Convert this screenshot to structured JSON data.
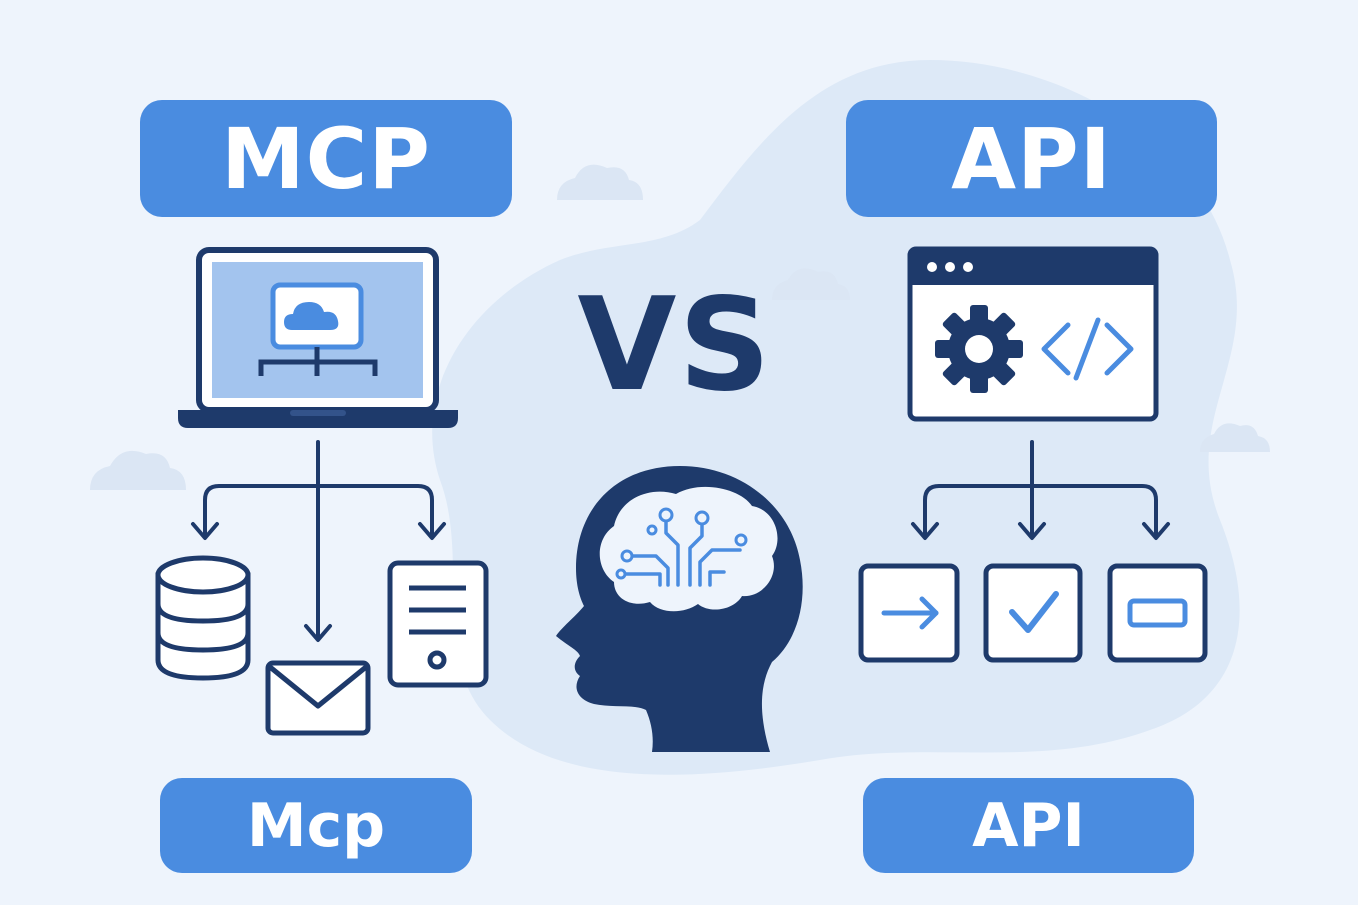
{
  "left": {
    "title": "MCP",
    "caption": "Mcp"
  },
  "right": {
    "title": "API",
    "caption": "API"
  },
  "center": {
    "vs": "VS"
  },
  "icons": {
    "left": [
      "laptop-icon",
      "cloud-network-icon",
      "database-icon",
      "email-icon",
      "document-icon"
    ],
    "right": [
      "browser-window-icon",
      "gear-icon",
      "code-icon",
      "arrow-right-icon",
      "check-icon",
      "minus-box-icon"
    ],
    "center": [
      "brain-head-icon"
    ]
  },
  "colors": {
    "accent_blue": "#4a8ce0",
    "navy": "#1e3a6b",
    "screen_blue": "#a3c4ee",
    "background": "#eef4fc",
    "blob": "#dde9f7"
  }
}
